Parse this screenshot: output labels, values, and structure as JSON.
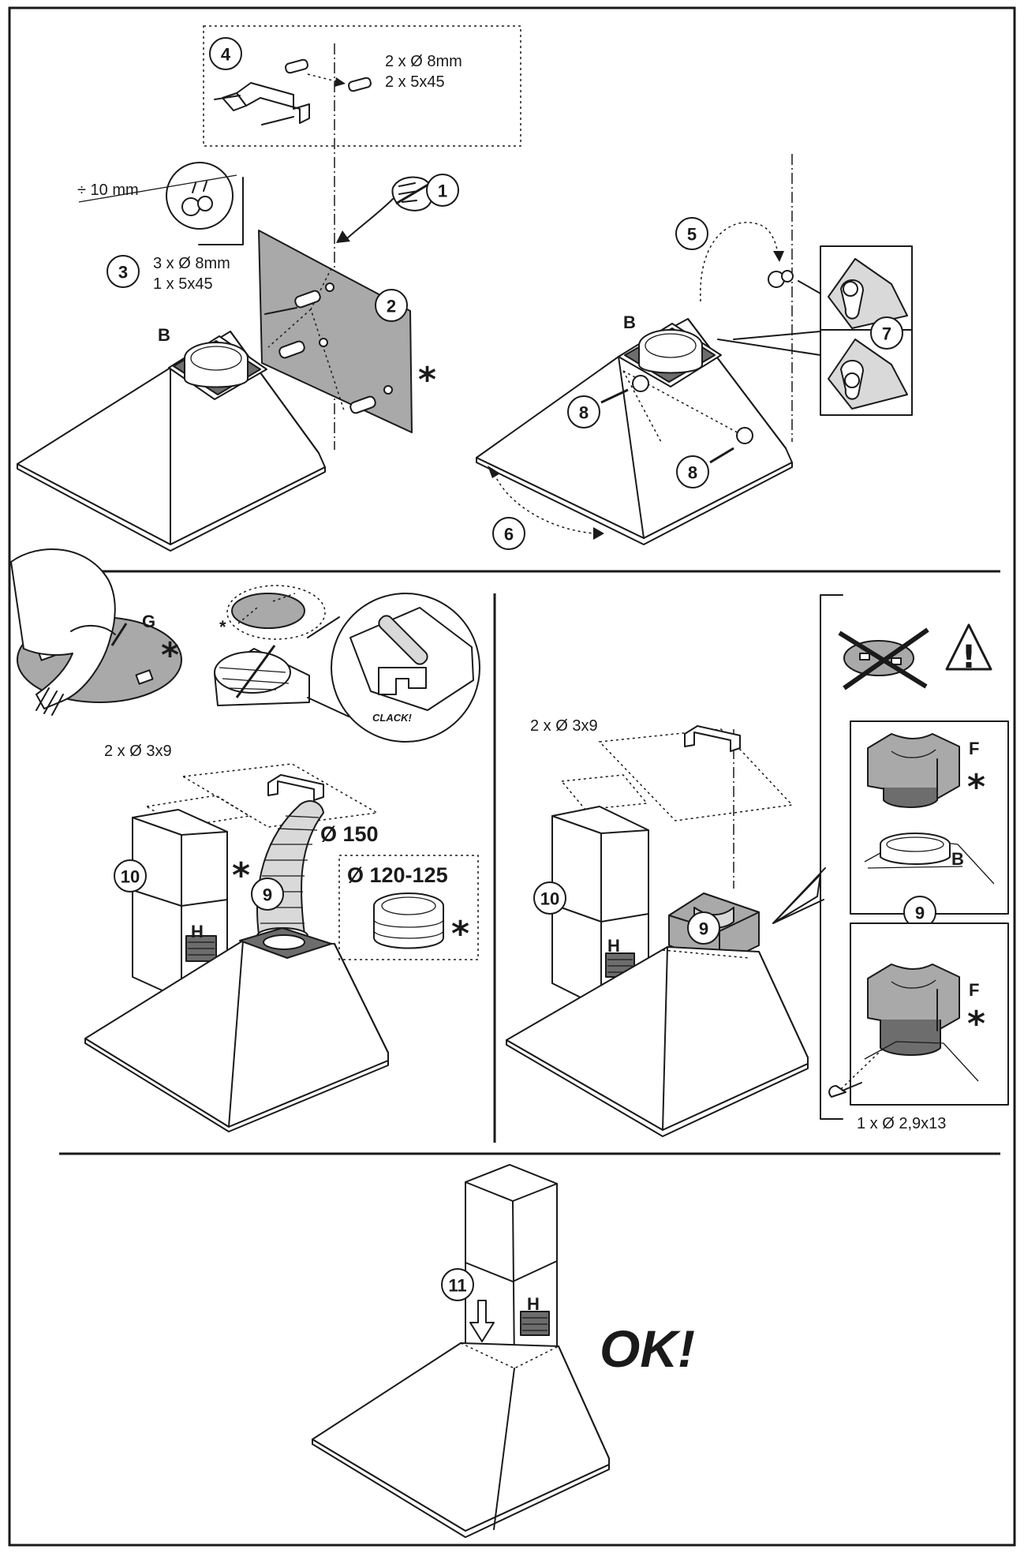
{
  "callouts": [
    "1",
    "2",
    "3",
    "4",
    "5",
    "6",
    "7",
    "8",
    "8",
    "9",
    "10",
    "9",
    "10",
    "9",
    "11"
  ],
  "letters": {
    "b": "B",
    "g": "G",
    "h": "H",
    "f": "F"
  },
  "labels": {
    "step4_spec_line1": "2 x Ø 8mm",
    "step4_spec_line2": "2 x 5x45",
    "gap": "÷ 10 mm",
    "step3_spec_line1": "3 x Ø 8mm",
    "step3_spec_line2": "1 x 5x45",
    "screws_3x9": "2 x Ø 3x9",
    "duct_150": "Ø 150",
    "duct_120_125": "Ø 120-125",
    "screw_29x13": "1 x Ø 2,9x13",
    "clack": "CLACK!",
    "ok": "OK!",
    "star": "*"
  }
}
